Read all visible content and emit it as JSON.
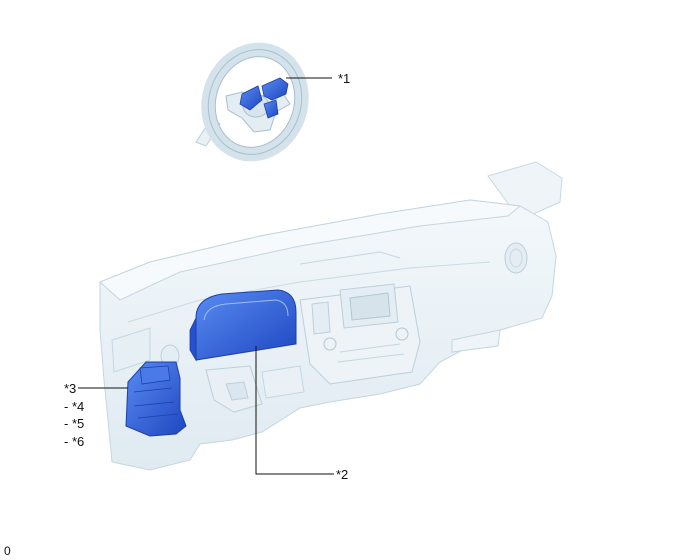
{
  "callouts": {
    "c1": "*1",
    "c2": "*2",
    "c3": "*3",
    "c4": "- *4",
    "c5": "- *5",
    "c6": "- *6"
  },
  "footer": {
    "figure_code": "0"
  },
  "colors": {
    "dash_fill": "#e9f1f6",
    "dash_line": "#c5d6e1",
    "highlight": "#2f63e4",
    "highlight_dark": "#1c3fa8"
  }
}
